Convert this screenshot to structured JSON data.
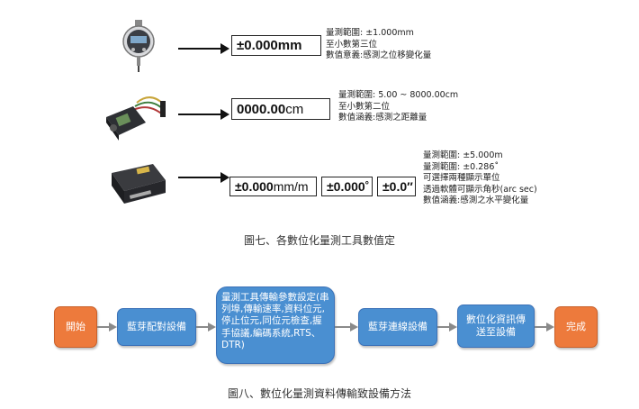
{
  "devices": [
    {
      "icon": "digital-dial-indicator",
      "reading_value": "±0.000",
      "reading_unit": "mm",
      "spec": [
        "量測範圍: ±1.000mm",
        "至小數第三位",
        "數值意義:感測之位移變化量"
      ]
    },
    {
      "icon": "laser-distance-module",
      "reading_value": "0000.00",
      "reading_unit": "cm",
      "spec": [
        "量測範圍: 5.00 ~ 8000.00cm",
        "至小數第二位",
        "數值涵義:感測之距離量"
      ]
    },
    {
      "icon": "electronic-level",
      "reading_value": "±0.000",
      "reading_unit": "mm/m",
      "reading2": "±0.000˚",
      "reading3": "±0.0″",
      "spec": [
        "量測範圍: ±5.000m",
        "量測範圍: ±0.286˚",
        "可選擇兩種顯示單位",
        "透過軟體可顯示角秒(arc sec)",
        "數值涵義:感測之水平變化量"
      ]
    }
  ],
  "caption1": "圖七、各數位化量測工具數值定",
  "flow": {
    "start": "開始",
    "step1": "藍芽配對設備",
    "step2": "量測工具傳輸參數設定(串列埠,傳輸速率,資料位元,停止位元,同位元檢查,握手協議,編碼系統,RTS、DTR)",
    "step3": "藍芽連線設備",
    "step4": "數位化資訊傳送至設備",
    "end": "完成"
  },
  "caption2": "圖八、數位化量測資料傳輸致設備方法",
  "colors": {
    "blue_node": "#4a8fd1",
    "orange_node": "#ed7a3c",
    "flow_arrow": "#8a8a8a"
  }
}
